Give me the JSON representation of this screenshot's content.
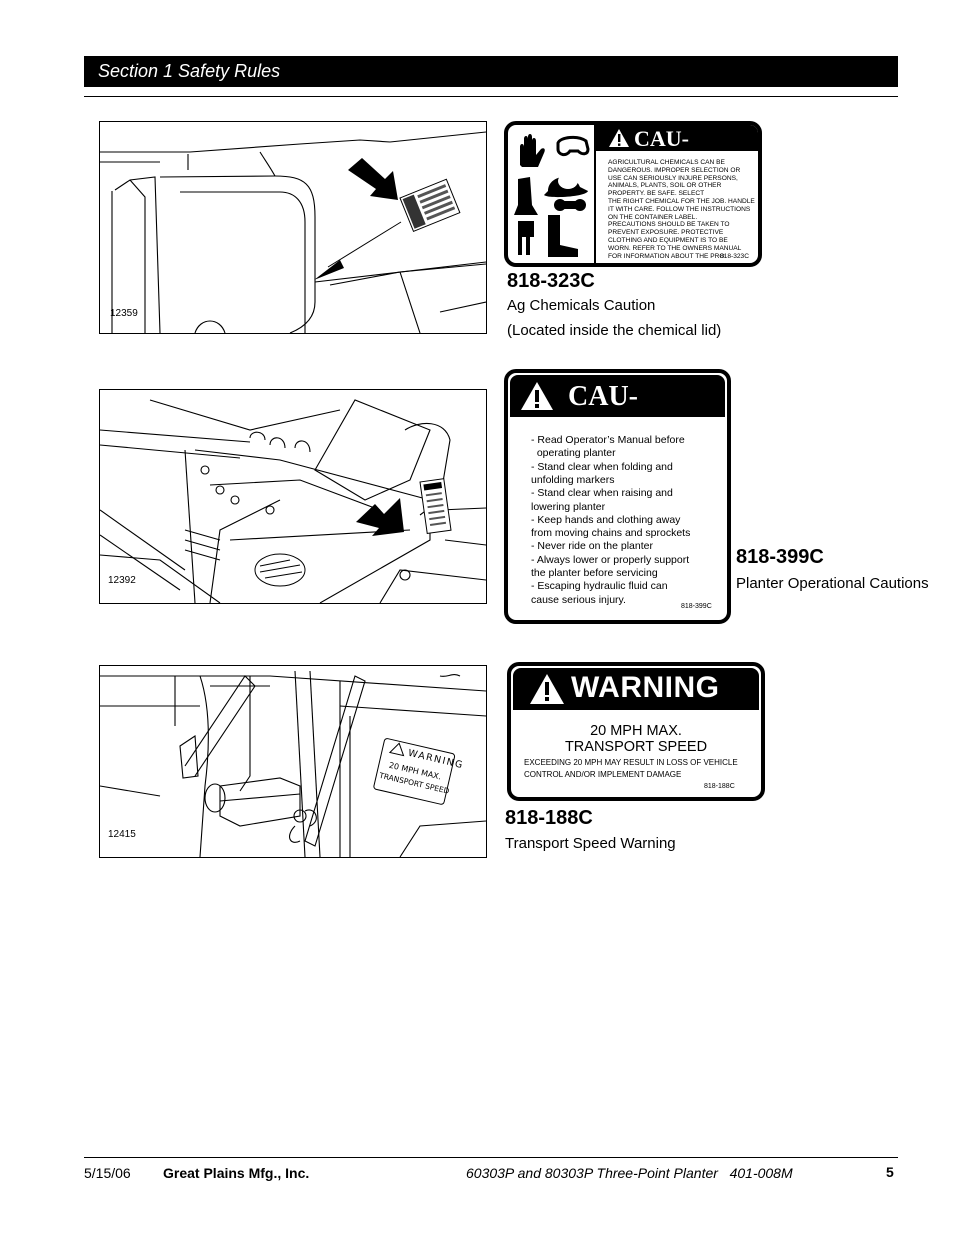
{
  "header": {
    "section_title": "Section 1 Safety Rules"
  },
  "decals": [
    {
      "figure_number": "12359",
      "part_number": "818-323C",
      "description": "Ag Chemicals Caution",
      "note": "(Located inside the chemical lid)",
      "signal_word": "CAU-",
      "lines": [
        "AGRICULTURAL CHEMICALS CAN BE",
        "DANGEROUS. IMPROPER SELECTION OR",
        "USE CAN SERIOUSLY INJURE PERSONS,",
        "ANIMALS, PLANTS, SOIL OR OTHER",
        "PROPERTY. BE SAFE. SELECT",
        "THE RIGHT CHEMICAL FOR THE JOB. HANDLE",
        "IT WITH CARE. FOLLOW THE INSTRUCTIONS",
        "ON THE CONTAINER LABEL.",
        "PRECAUTIONS SHOULD BE TAKEN TO",
        "PREVENT EXPOSURE. PROTECTIVE",
        "CLOTHING AND EQUIPMENT IS TO BE",
        "WORN. REFER TO THE OWNERS MANUAL",
        "FOR INFORMATION ABOUT THE PRO"
      ],
      "decal_code": "818-323C"
    },
    {
      "figure_number": "12392",
      "part_number": "818-399C",
      "description": "Planter Operational Cautions",
      "signal_word": "CAU-",
      "lines": [
        "- Read Operator’s Manual before",
        "  operating planter",
        "- Stand clear when folding and",
        "unfolding markers",
        "- Stand clear when raising and",
        "lowering planter",
        "- Keep hands and clothing away",
        "from moving chains and sprockets",
        "- Never ride on the planter",
        "- Always lower or properly support",
        "the planter before servicing",
        "- Escaping hydraulic fluid can",
        "cause serious injury."
      ],
      "decal_code": "818-399C"
    },
    {
      "figure_number": "12415",
      "part_number": "818-188C",
      "description": "Transport Speed Warning",
      "signal_word": "WARNING",
      "headline_1": "20 MPH MAX.",
      "headline_2": "TRANSPORT SPEED",
      "line_1": "EXCEEDING 20 MPH MAY RESULT IN LOSS OF VEHICLE",
      "line_2": "CONTROL AND/OR IMPLEMENT DAMAGE",
      "decal_code": "818-188C",
      "mini_decal_word": "WARNING",
      "mini_decal_line_1": "20 MPH MAX.",
      "mini_decal_line_2": "TRANSPORT SPEED"
    }
  ],
  "footer": {
    "date": "5/15/06",
    "company": "Great Plains Mfg., Inc.",
    "doc_title": "60303P and 80303P Three-Point Planter   401-008M",
    "page_number": "5"
  }
}
